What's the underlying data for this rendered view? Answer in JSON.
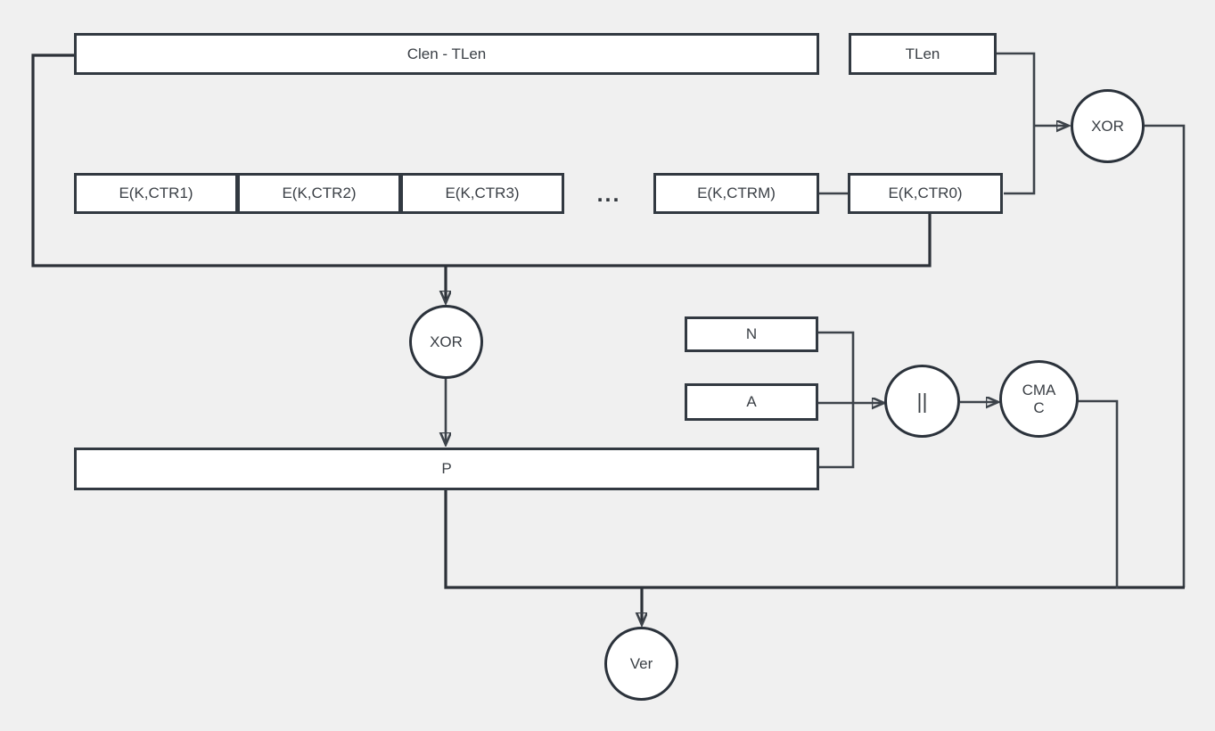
{
  "diagram": {
    "type": "flowchart",
    "colors": {
      "background": "#f0f0f0",
      "shape_fill": "#ffffff",
      "shape_border": "#323941",
      "connector": "#3d434a",
      "text": "#3a3f45"
    },
    "boxes": [
      {
        "id": "clen-tlen",
        "label": "Clen - TLen"
      },
      {
        "id": "tlen",
        "label": "TLen"
      },
      {
        "id": "e-k-ctr1",
        "label": "E(K,CTR1)"
      },
      {
        "id": "e-k-ctr2",
        "label": "E(K,CTR2)"
      },
      {
        "id": "e-k-ctr3",
        "label": "E(K,CTR3)"
      },
      {
        "id": "e-k-ctrm",
        "label": "E(K,CTRM)"
      },
      {
        "id": "e-k-ctr0",
        "label": "E(K,CTR0)"
      },
      {
        "id": "n",
        "label": "N"
      },
      {
        "id": "a",
        "label": "A"
      },
      {
        "id": "p",
        "label": "P"
      }
    ],
    "ellipsis": "...",
    "nodes": [
      {
        "id": "xor-top",
        "label": "XOR"
      },
      {
        "id": "xor-mid",
        "label": "XOR"
      },
      {
        "id": "concat",
        "label": "||"
      },
      {
        "id": "cmac",
        "label": "CMAC"
      },
      {
        "id": "ver",
        "label": "Ver"
      }
    ]
  }
}
